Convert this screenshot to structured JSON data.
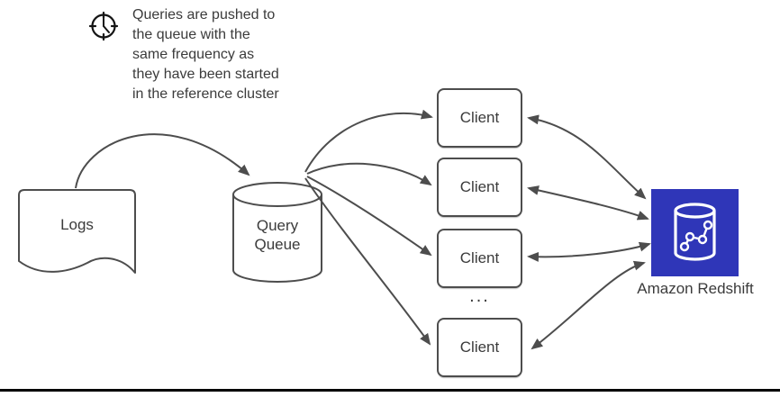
{
  "diagram": {
    "note": {
      "text": "Queries are pushed to\nthe queue with the\nsame frequency as\nthey have been started\nin the reference cluster"
    },
    "logs": {
      "label": "Logs"
    },
    "queue": {
      "label": "Query Queue"
    },
    "clients": [
      {
        "label": "Client"
      },
      {
        "label": "Client"
      },
      {
        "label": "Client"
      },
      {
        "label": "Client"
      }
    ],
    "ellipsis": "...",
    "redshift": {
      "label": "Amazon Redshift"
    }
  },
  "icons": {
    "note": "clock-icon",
    "redshift": "redshift-database-icon"
  },
  "colors": {
    "shape_stroke": "#4D4D4D",
    "text": "#3B3B3B",
    "redshift_blue": "#2F36B8",
    "background": "#FFFFFF",
    "bottom_rule": "#000000"
  }
}
